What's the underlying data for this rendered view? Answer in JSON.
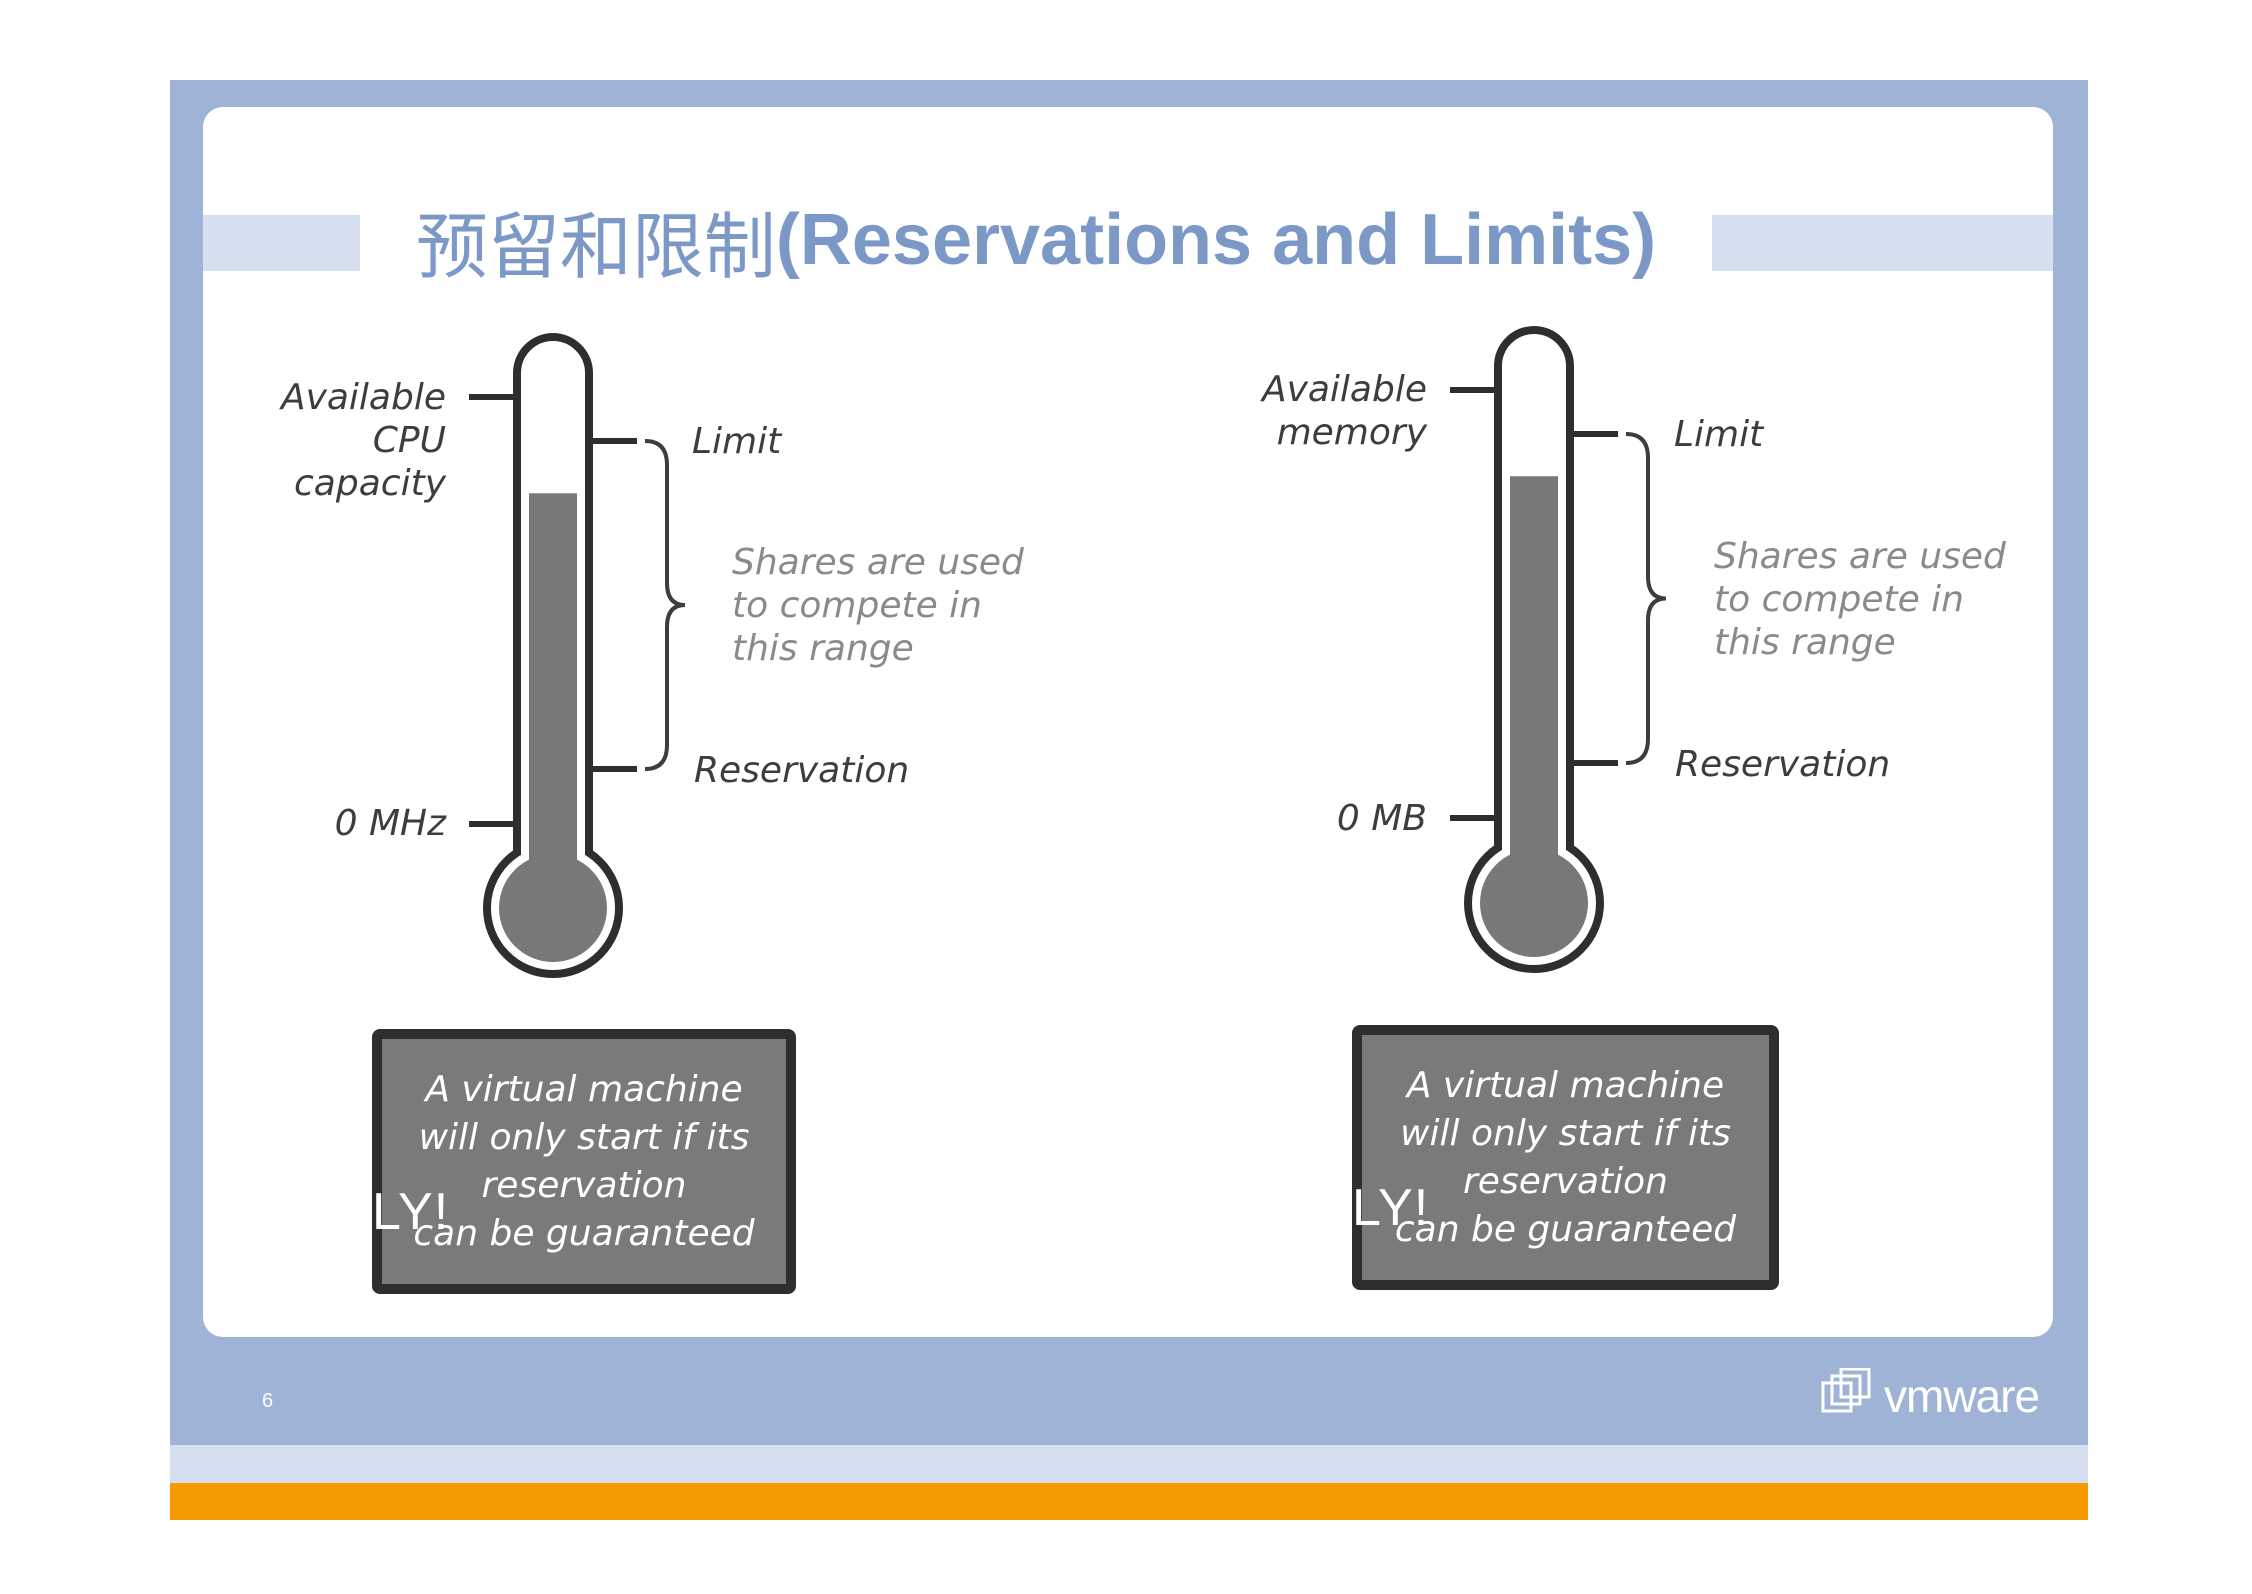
{
  "slide": {
    "title_cjk": "预留和限制",
    "title_en": "(Reservations and Limits)",
    "page_number": "6",
    "logo_text": "vmware",
    "colors": {
      "frame": "#9fb3d6",
      "title": "#7c98c6",
      "title_band": "#d5dff0",
      "footer_accent": "#f59a00",
      "thermometer_fill": "#787878"
    }
  },
  "thermometers": [
    {
      "id": "cpu",
      "top_label": "Available\nCPU\ncapacity",
      "zero_label": "0 MHz",
      "limit_label": "Limit",
      "range_label": "Shares are used\nto compete in\nthis range",
      "reservation_label": "Reservation",
      "fill_fraction": 0.73,
      "note": "A virtual machine\nwill only start if its\nreservation\ncan be guaranteed",
      "overlay": "LY!"
    },
    {
      "id": "memory",
      "top_label": "Available\nmemory",
      "zero_label": "0 MB",
      "limit_label": "Limit",
      "range_label": "Shares are used\nto compete in\nthis range",
      "reservation_label": "Reservation",
      "fill_fraction": 0.75,
      "note": "A virtual machine\nwill only start if its\nreservation\ncan be guaranteed",
      "overlay": "LY!"
    }
  ]
}
